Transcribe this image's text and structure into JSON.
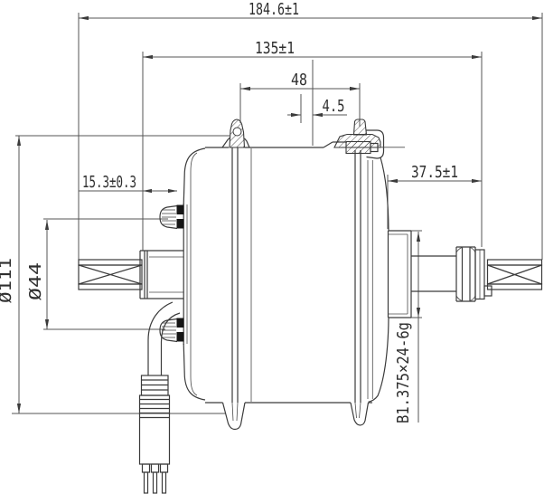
{
  "drawing": {
    "dimensions": {
      "overall_axle_width": "184.6±1",
      "locknut_spacing": "135±1",
      "flange_spacing": "48",
      "dish_offset": "4.5",
      "brake_face_offset": "15.3±0.3",
      "freewheel_offset": "37.5±1",
      "flange_diameter": "Ø111",
      "bolt_circle_diameter": "Ø44",
      "freewheel_thread_spec": "B1.375×24-6g"
    }
  }
}
